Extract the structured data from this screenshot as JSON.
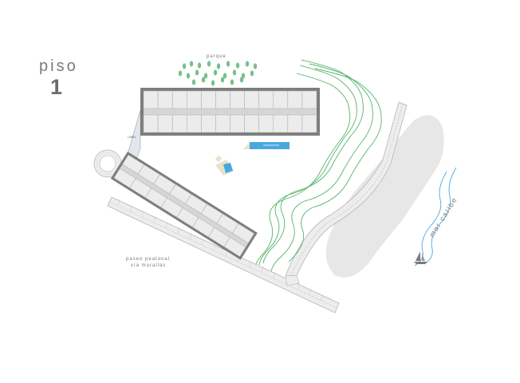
{
  "floor": {
    "label": "piso",
    "number": "1"
  },
  "labels": {
    "park": "parque",
    "lobby": "LOBBY",
    "promenade_line1": "paseo peatonal",
    "promenade_line2": "vía murallas",
    "sea": "mar caribe"
  },
  "colors": {
    "building_wall": "#7d7d7d",
    "unit_fill": "#ececec",
    "unit_line": "#a9a9a9",
    "corridor": "#d6d6d6",
    "pool": "#4aa7e0",
    "wave": "#4aa7e0",
    "path_green": "#55b46c",
    "road_fill": "#ededed",
    "road_line": "#b5b5b5",
    "sea_block": "#e7e7e7",
    "tree": "#78c08a",
    "label": "#7a7a7a"
  },
  "icons": [
    "tree-icon",
    "pool-icon",
    "sailboat-icon",
    "roundabout-icon"
  ]
}
